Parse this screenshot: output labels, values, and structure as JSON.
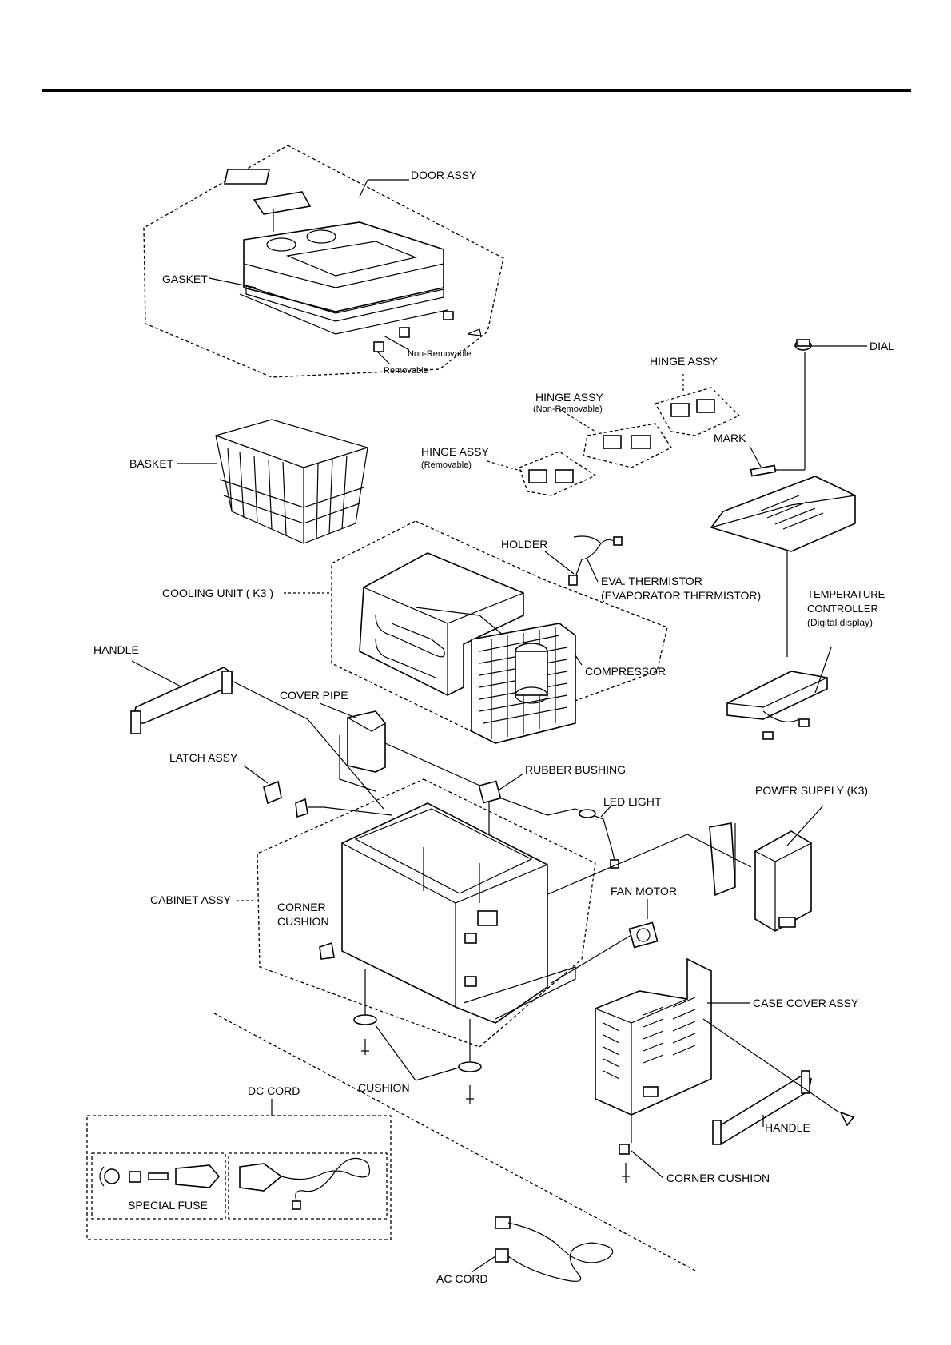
{
  "labels": {
    "door_assy": "DOOR ASSY",
    "gasket": "GASKET",
    "non_removable": "Non-Removable",
    "removable": "Removable",
    "basket": "BASKET",
    "hinge_assy_1": "HINGE ASSY",
    "hinge_assy_2": "HINGE ASSY",
    "hinge_assy_2_sub": "(Non-Removable)",
    "hinge_assy_3": "HINGE ASSY",
    "hinge_assy_3_sub": "(Removable)",
    "dial": "DIAL",
    "mark": "MARK",
    "holder": "HOLDER",
    "eva_thermistor": "EVA. THERMISTOR",
    "evaporator_thermistor": "(EVAPORATOR THERMISTOR)",
    "cooling_unit": "COOLING UNIT ( K3 )",
    "temperature": "TEMPERATURE",
    "controller": "CONTROLLER",
    "digital_display": "(Digital display)",
    "handle_left": "HANDLE",
    "compressor": "COMPRESSOR",
    "cover_pipe": "COVER PIPE",
    "latch_assy": "LATCH ASSY",
    "rubber_bushing": "RUBBER BUSHING",
    "led_light": "LED  LIGHT",
    "power_supply": "POWER SUPPLY (K3)",
    "cabinet_assy": "CABINET ASSY",
    "corner_cushion_1": "CORNER",
    "corner_cushion_2": "CUSHION",
    "fan_motor": "FAN MOTOR",
    "case_cover_assy": "CASE COVER ASSY",
    "cushion": "CUSHION",
    "dc_cord": "DC CORD",
    "handle_right": "HANDLE",
    "corner_cushion_bottom": "CORNER CUSHION",
    "special_fuse": "SPECIAL FUSE",
    "ac_cord": "AC CORD"
  }
}
